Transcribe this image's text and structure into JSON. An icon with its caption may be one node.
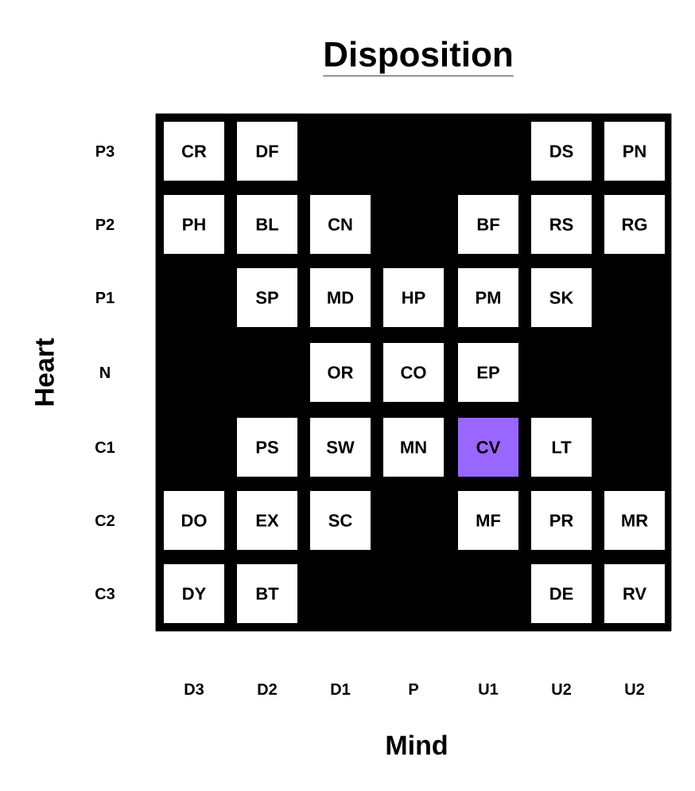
{
  "diagram": {
    "title": "Disposition",
    "nodes": [
      {
        "text": [],
        "shape": "box"
      },
      {
        "text": [
          "CR"
        ],
        "in": 0
      },
      {
        "text": [
          "DF"
        ],
        "in": 0
      },
      {
        "text": [
          "DS"
        ],
        "in": 0
      },
      {
        "text": [
          "PN"
        ],
        "in": 0
      },
      {
        "text": [
          "PH"
        ],
        "in": 0
      },
      {
        "text": [
          "BL"
        ],
        "in": 0
      },
      {
        "text": [
          "CN"
        ],
        "in": 0
      },
      {
        "text": [
          "BF"
        ],
        "in": 0
      },
      {
        "text": [
          "RS"
        ],
        "in": 0
      },
      {
        "text": [
          "RG"
        ],
        "in": 0
      },
      {
        "text": [
          "SP"
        ],
        "in": 0
      },
      {
        "text": [
          "MD"
        ],
        "in": 0
      },
      {
        "text": [
          "HP"
        ],
        "in": 0
      },
      {
        "text": [
          "PM"
        ],
        "in": 0
      },
      {
        "text": [
          "SK"
        ],
        "in": 0
      },
      {
        "text": [
          "OR"
        ],
        "in": 0
      },
      {
        "text": [
          "CO"
        ],
        "in": 0
      },
      {
        "text": [
          "EP"
        ],
        "in": 0
      },
      {
        "text": [
          "PS"
        ],
        "in": 0
      },
      {
        "text": [
          "SW"
        ],
        "in": 0
      },
      {
        "text": [
          "MN"
        ],
        "in": 0
      },
      {
        "text": [
          "CV"
        ],
        "in": 0
      },
      {
        "text": [
          "LT"
        ],
        "in": 0
      },
      {
        "text": [
          "DO"
        ],
        "in": 0
      },
      {
        "text": [
          "EX"
        ],
        "in": 0
      },
      {
        "text": [
          "SC"
        ],
        "in": 0
      },
      {
        "text": [
          "MF"
        ],
        "in": 0
      },
      {
        "text": [
          "PR"
        ],
        "in": 0
      },
      {
        "text": [
          "MR"
        ],
        "in": 0
      },
      {
        "text": [
          "DY"
        ],
        "in": 0
      },
      {
        "text": [
          "BT"
        ],
        "in": 0
      },
      {
        "text": [
          "DE"
        ],
        "in": 0
      },
      {
        "text": [
          "RV"
        ],
        "in": 0
      }
    ],
    "labels": [
      "Heart",
      "P3",
      "P2",
      "P1",
      "N",
      "C1",
      "C2",
      "C3",
      "D3",
      "D2",
      "D1",
      "P",
      "U1",
      "U2",
      "U2",
      "Mind"
    ]
  }
}
